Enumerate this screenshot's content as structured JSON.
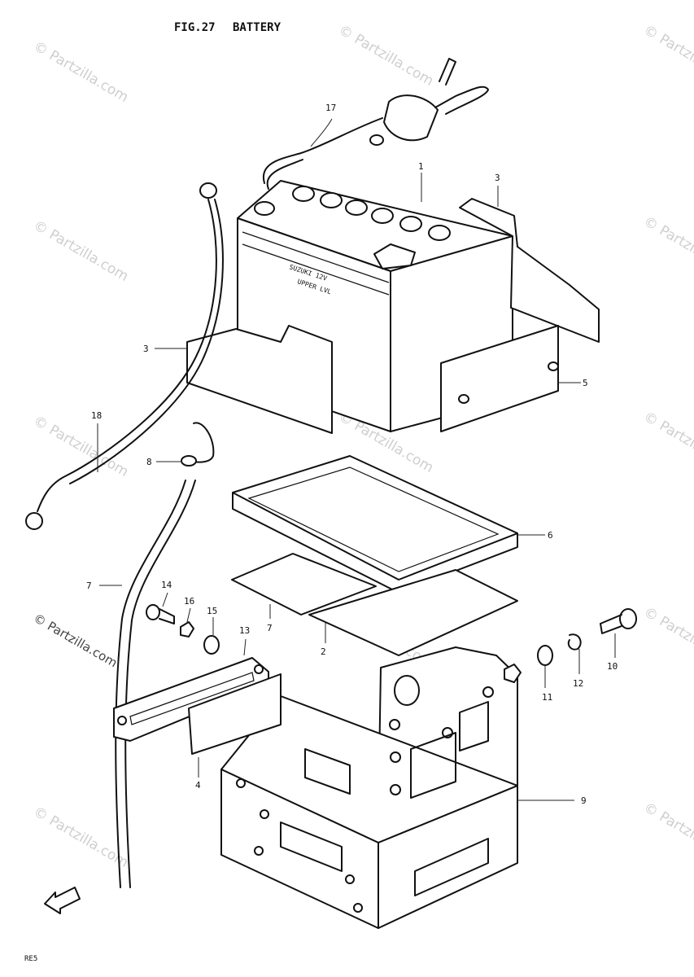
{
  "figure": {
    "label": "FIG.27",
    "name": "BATTERY"
  },
  "watermark": {
    "text": "© Partzilla.com",
    "dark_text": "© Partzilla.com"
  },
  "footer": {
    "left": "RE5"
  },
  "callouts": {
    "c1": "1",
    "c2": "2",
    "c3a": "3",
    "c3b": "3",
    "c4": "4",
    "c5": "5",
    "c6": "6",
    "c7a": "7",
    "c7b": "7",
    "c8": "8",
    "c9": "9",
    "c10": "10",
    "c11": "11",
    "c12": "12",
    "c13": "13",
    "c14": "14",
    "c15": "15",
    "c16": "16",
    "c17": "17",
    "c18": "18"
  }
}
